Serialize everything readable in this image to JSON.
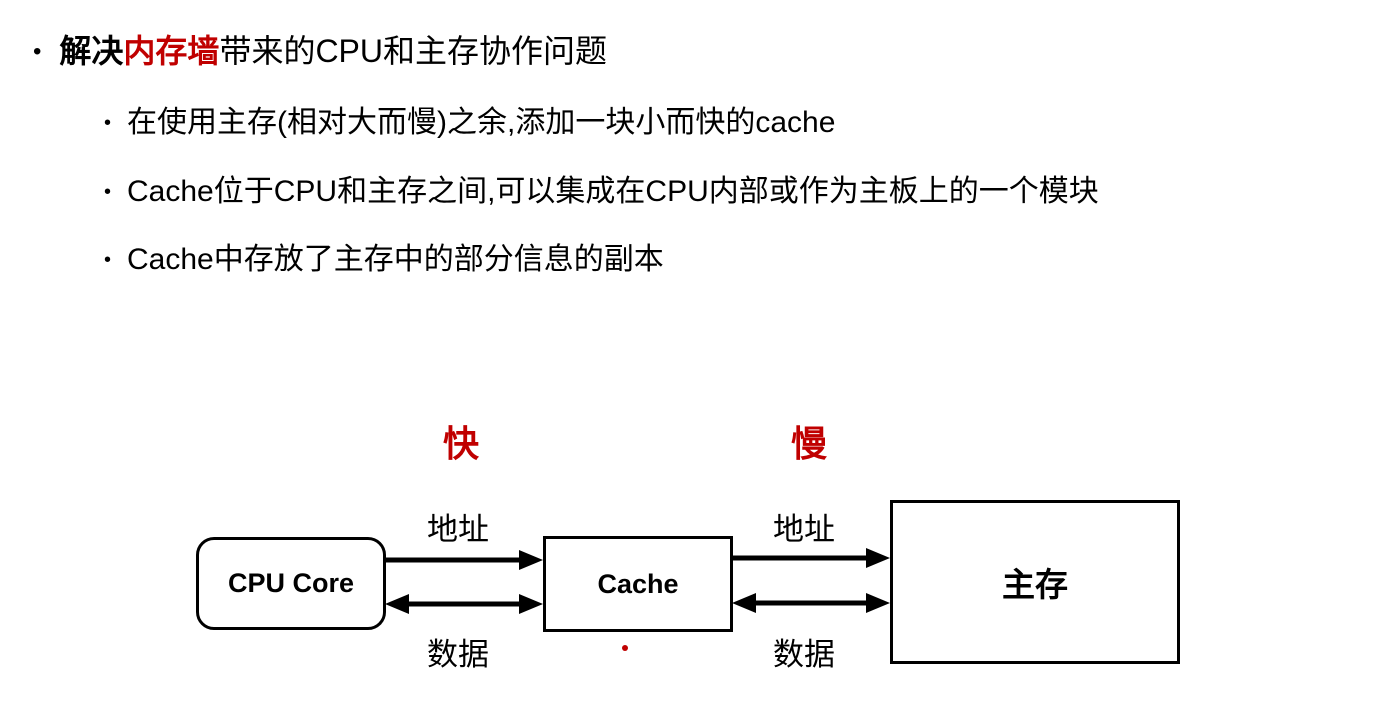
{
  "markers": {
    "bullet": "•"
  },
  "main_point": {
    "prefix": "解决",
    "highlight": "内存墙",
    "rest": "带来的CPU和主存协作问题"
  },
  "sub_points": [
    "在使用主存(相对大而慢)之余,添加一块小而快的cache",
    "Cache位于CPU和主存之间,可以集成在CPU内部或作为主板上的一个模块",
    "Cache中存放了主存中的部分信息的副本"
  ],
  "diagram": {
    "speed_fast": "快",
    "speed_slow": "慢",
    "nodes": {
      "cpu": "CPU Core",
      "cache": "Cache",
      "memory": "主存"
    },
    "bus_labels": {
      "address_cpu_cache": "地址",
      "data_cpu_cache": "数据",
      "address_cache_memory": "地址",
      "data_cache_memory": "数据"
    },
    "colors": {
      "accent_red": "#c00000",
      "line_black": "#000000"
    }
  }
}
